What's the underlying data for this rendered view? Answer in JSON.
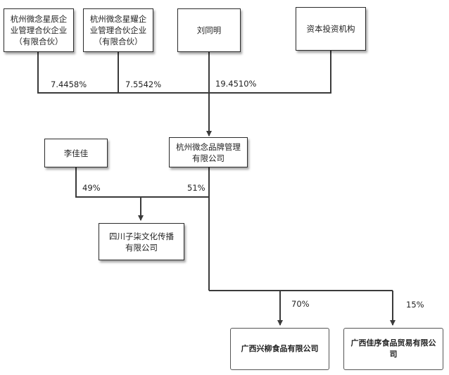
{
  "entities": {
    "xingchen": "杭州微念星辰企\n业管理合伙企业\n（有限合伙）",
    "xingyao": "杭州微念星耀企\n业管理合伙企业\n（有限合伙）",
    "liu": "刘同明",
    "capital": "资本投资机构",
    "li": "李佳佳",
    "weinian": "杭州微念品牌管理\n有限公司",
    "zqi": "四川子柒文化传播\n有限公司",
    "xingliu": "广西兴柳食品有限公司",
    "jiaxu": "广西佳序食品贸易有限公\n司"
  },
  "shares": {
    "xingchen": "7.4458%",
    "xingyao": "7.5542%",
    "liu": "19.4510%",
    "li": "49%",
    "weinian": "51%",
    "xingliu": "70%",
    "jiaxu": "15%"
  },
  "colors": {
    "line": "#3a3a3a",
    "border": "#2b2b2b",
    "text": "#222222"
  }
}
